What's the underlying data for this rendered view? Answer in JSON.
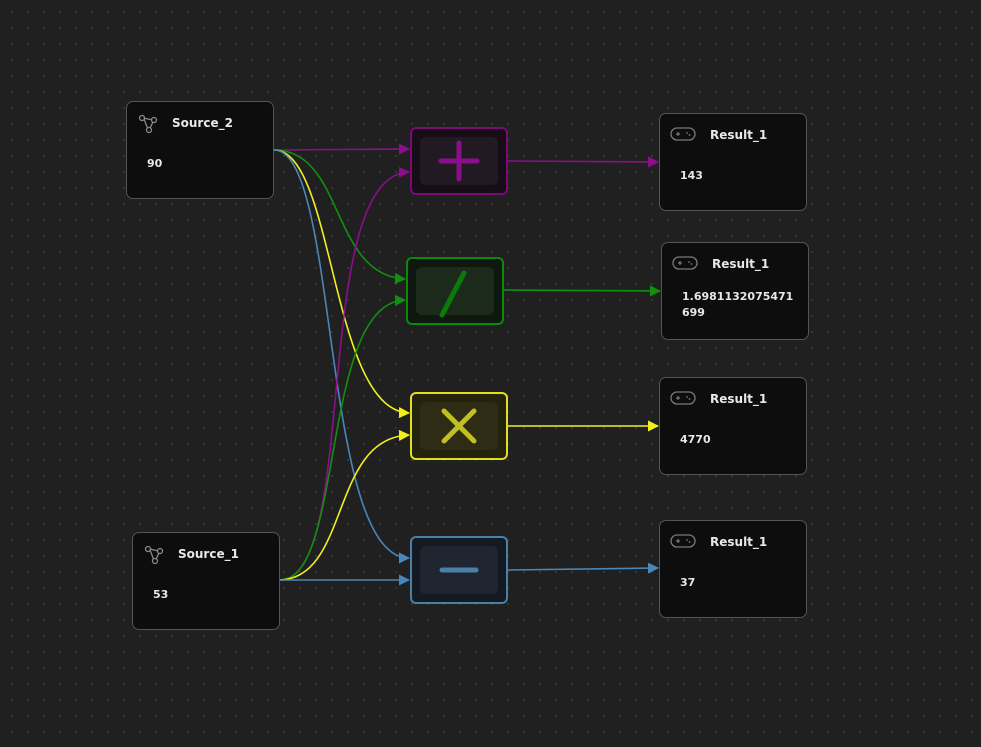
{
  "sources": [
    {
      "id": "source_2",
      "title": "Source_2",
      "value": "90",
      "icon": "graph-nodes-icon"
    },
    {
      "id": "source_1",
      "title": "Source_1",
      "value": "53",
      "icon": "graph-nodes-icon"
    }
  ],
  "operations": [
    {
      "id": "add",
      "icon": "plus-icon",
      "color": "#8a0f8a",
      "border": "#7a0a7a",
      "fill": "#221a22",
      "bg": "#160d16"
    },
    {
      "id": "divide",
      "icon": "divide-slash-icon",
      "color": "#0a7a0a",
      "border": "#0a8a0a",
      "fill": "#1c2a1c",
      "bg": "#0e180e"
    },
    {
      "id": "multiply",
      "icon": "times-icon",
      "color": "#c0c020",
      "border": "#e0e020",
      "fill": "#2e2c14",
      "bg": "#24230e"
    },
    {
      "id": "subtract",
      "icon": "minus-icon",
      "color": "#4a7fa8",
      "border": "#4a7fa8",
      "fill": "#1f2630",
      "bg": "#141a22"
    }
  ],
  "results": [
    {
      "id": "result_add",
      "title": "Result_1",
      "value": "143",
      "icon": "gamepad-icon"
    },
    {
      "id": "result_divide",
      "title": "Result_1",
      "value": "1.6981132075471699",
      "icon": "gamepad-icon"
    },
    {
      "id": "result_multiply",
      "title": "Result_1",
      "value": "4770",
      "icon": "gamepad-icon"
    },
    {
      "id": "result_subtract",
      "title": "Result_1",
      "value": "37",
      "icon": "gamepad-icon"
    }
  ],
  "edge_colors": {
    "add": "#8b0f8b",
    "divide": "#109010",
    "multiply": "#f0f020",
    "subtract": "#4a86b8"
  }
}
